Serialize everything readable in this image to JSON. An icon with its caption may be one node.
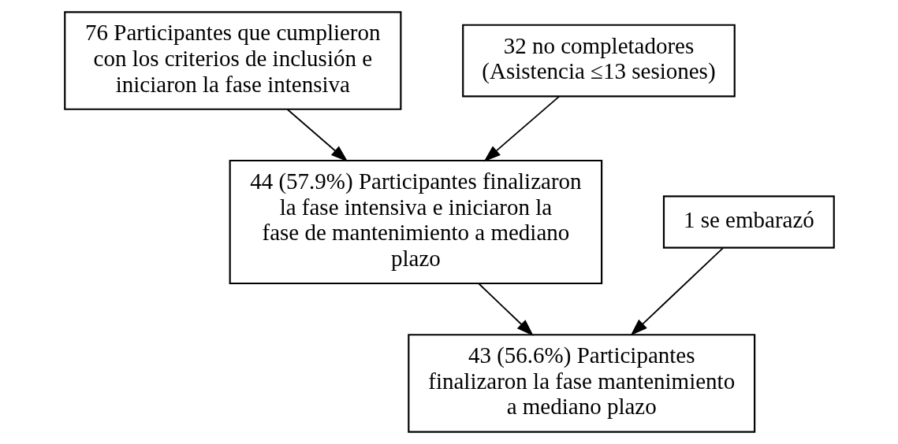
{
  "diagram": {
    "nodes": [
      {
        "text": [
          "76 Participantes que cumplieron con los criterios de inclusión e iniciaron la fase intensiva"
        ]
      },
      {
        "text": [
          "32 no completadores (Asistencia ≤13 sesiones)"
        ]
      },
      {
        "text": [
          "44 (57.9%) Participantes finalizaron la fase intensiva e iniciaron la fase de mantenimiento a mediano plazo"
        ]
      },
      {
        "text": [
          "1 se embarazó"
        ]
      },
      {
        "text": [
          "43 (56.6%) Participantes finalizaron la fase mantenimiento a mediano plazo"
        ]
      }
    ],
    "edges": [
      {
        "from": 0,
        "to": 2,
        "arrow": "to"
      },
      {
        "from": 1,
        "to": 2,
        "arrow": "to"
      },
      {
        "from": 2,
        "to": 4,
        "arrow": "to"
      },
      {
        "from": 3,
        "to": 4,
        "arrow": "to"
      }
    ]
  }
}
